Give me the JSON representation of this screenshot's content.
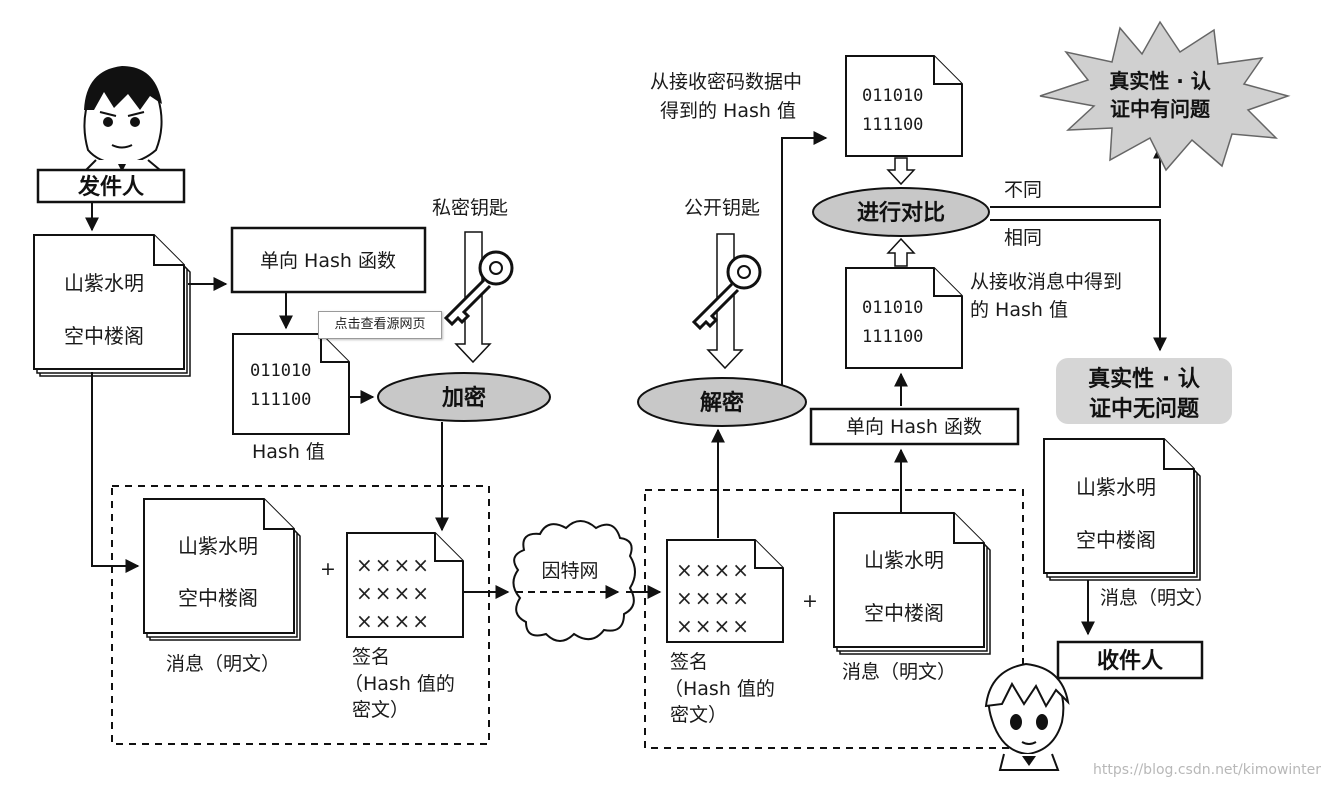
{
  "sender": {
    "label": "发件人"
  },
  "receiver": {
    "label": "收件人"
  },
  "message": {
    "line1": "山紫水明",
    "line2": "空中楼阁",
    "caption": "消息（明文）"
  },
  "hash_function": {
    "label": "单向 Hash 函数"
  },
  "hash_value": {
    "line1": "011010",
    "line2": "111100",
    "caption": "Hash 值"
  },
  "private_key": {
    "label": "私密钥匙"
  },
  "public_key": {
    "label": "公开钥匙"
  },
  "encrypt": {
    "label": "加密"
  },
  "decrypt": {
    "label": "解密"
  },
  "signature": {
    "row": "××××",
    "caption_line1": "签名",
    "caption_line2": "（Hash 值的",
    "caption_line3": "密文）"
  },
  "plus": "+",
  "internet": {
    "label": "因特网"
  },
  "received_hash": {
    "line1": "从接收密码数据中",
    "line2": "得到的 Hash 值"
  },
  "computed_hash": {
    "line1": "从接收消息中得到",
    "line2": "的 Hash 值"
  },
  "compare": {
    "label": "进行对比"
  },
  "different": "不同",
  "same": "相同",
  "auth_problem": {
    "line1": "真实性 · 认",
    "line2": "证中有问题"
  },
  "auth_ok": {
    "line1": "真实性 · 认",
    "line2": "证中无问题"
  },
  "tooltip": "点击查看源网页",
  "watermark": "https://blog.csdn.net/kimowinter",
  "colors": {
    "ellipse_fill": "#c8c8c8",
    "stroke": "#111111",
    "auth_ok_fill": "#d6d6d6",
    "starburst_fill": "#d0d0d0"
  }
}
